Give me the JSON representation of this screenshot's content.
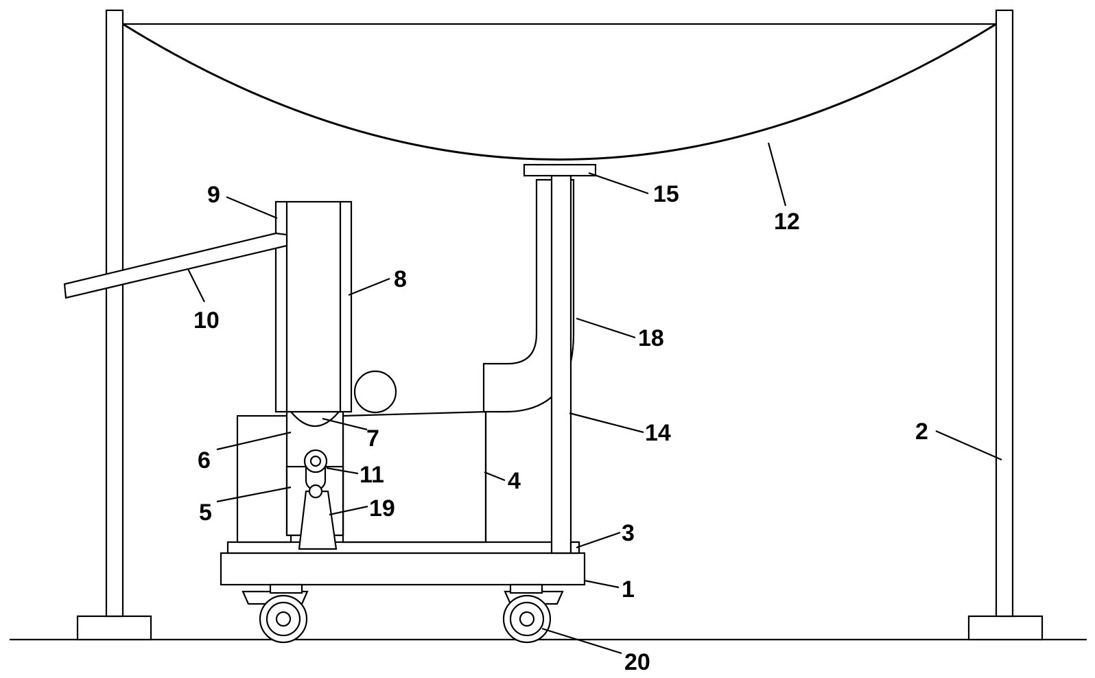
{
  "labels": {
    "l1": "1",
    "l2": "2",
    "l3": "3",
    "l4": "4",
    "l5": "5",
    "l6": "6",
    "l7": "7",
    "l8": "8",
    "l9": "9",
    "l10": "10",
    "l11": "11",
    "l12": "12",
    "l14": "14",
    "l15": "15",
    "l18": "18",
    "l19": "19",
    "l20": "20"
  },
  "colors": {
    "stroke": "#000000",
    "background": "#ffffff"
  }
}
